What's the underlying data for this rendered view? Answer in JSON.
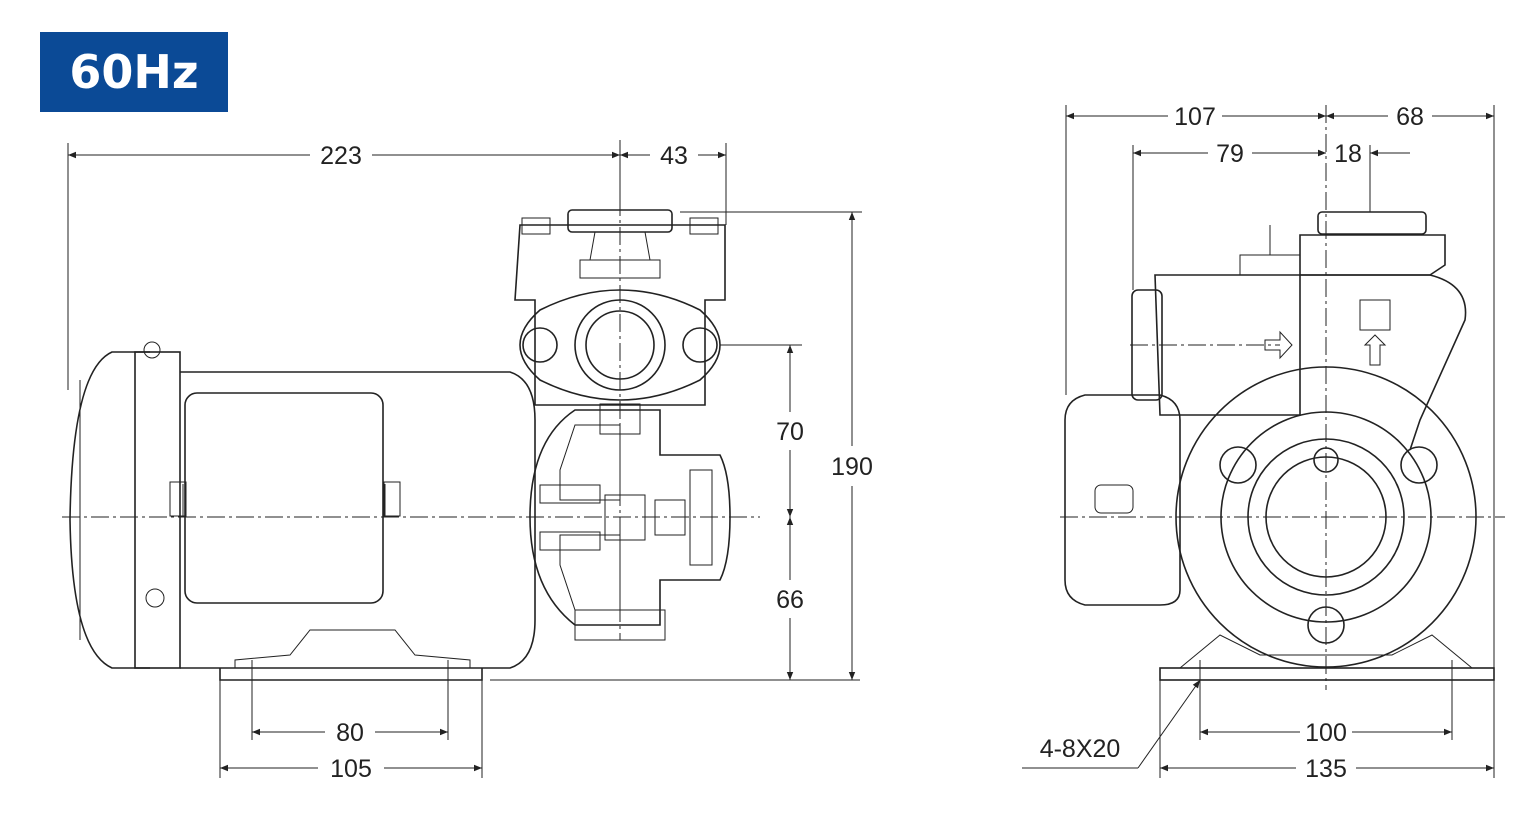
{
  "badge": {
    "label": "60Hz",
    "background": "#0b4a96",
    "text_color": "#ffffff"
  },
  "dimensions": {
    "side_view": {
      "overall_length": "223",
      "pump_head_offset": "43",
      "inlet_height": "70",
      "shaft_height": "66",
      "overall_height": "190",
      "foot_hole_spacing": "80",
      "foot_width": "105"
    },
    "front_view": {
      "left_extent": "107",
      "right_extent": "68",
      "motor_offset": "79",
      "outlet_offset": "18",
      "foot_hole_spacing": "100",
      "foot_width": "135",
      "mounting_holes": "4-8X20"
    }
  },
  "line_color": "#222222"
}
